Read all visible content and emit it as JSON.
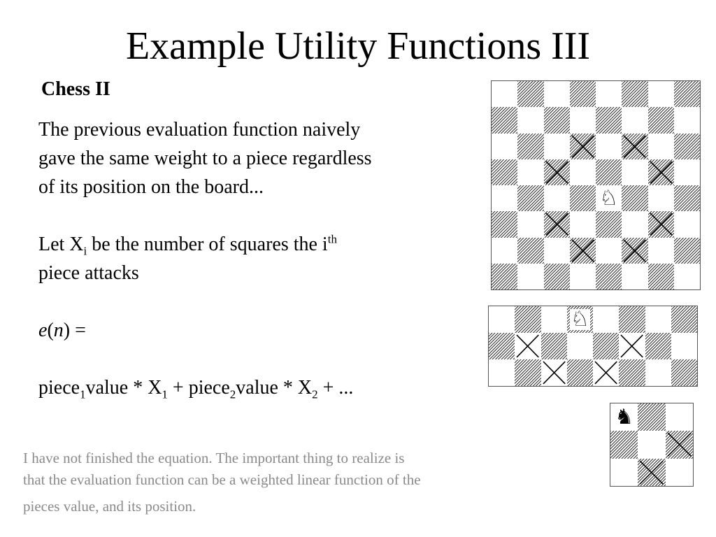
{
  "slide": {
    "title": "Example Utility Functions III",
    "subtitle": "Chess II",
    "para1": [
      "The previous evaluation function naively",
      "gave the same weight to a piece regardless",
      "of its position on the board..."
    ],
    "para2": {
      "let": "Let X",
      "sub_i": "i",
      "mid": " be the number of squares the i",
      "sup_th": "th",
      "line2": "piece attacks"
    },
    "para3": {
      "e": "e",
      "open": "(",
      "n": "n",
      "close": ") ="
    },
    "para4": {
      "p1": "piece",
      "s1": "1",
      "v1": "value * X",
      "s2": "1",
      "p2": " + piece",
      "s3": "2",
      "v2": "value * X",
      "s4": "2",
      "end": " + ..."
    },
    "note": {
      "line1": "I have not finished the equation. The important thing to realize is",
      "line2": "that the evaluation function can be a weighted linear function of the",
      "line3": "pieces value, and its position."
    }
  },
  "boards": [
    {
      "name": "board-main",
      "cols": 8,
      "rows": 8,
      "first_square_dark": false,
      "knight": {
        "glyph": "♘",
        "color": "white",
        "row": 4,
        "col": 4
      },
      "attacked": [
        [
          2,
          3
        ],
        [
          2,
          5
        ],
        [
          3,
          2
        ],
        [
          3,
          6
        ],
        [
          5,
          2
        ],
        [
          5,
          6
        ],
        [
          6,
          3
        ],
        [
          6,
          5
        ]
      ]
    },
    {
      "name": "board-edge",
      "cols": 8,
      "rows": 3,
      "first_square_dark": false,
      "knight": {
        "glyph": "♘",
        "color": "white",
        "row": 0,
        "col": 3
      },
      "attacked": [
        [
          1,
          1
        ],
        [
          1,
          5
        ],
        [
          2,
          2
        ],
        [
          2,
          4
        ]
      ]
    },
    {
      "name": "board-corner",
      "cols": 3,
      "rows": 3,
      "first_square_dark": false,
      "knight": {
        "glyph": "♞",
        "color": "black",
        "row": 0,
        "col": 0
      },
      "attacked": [
        [
          1,
          2
        ],
        [
          2,
          1
        ]
      ]
    }
  ]
}
